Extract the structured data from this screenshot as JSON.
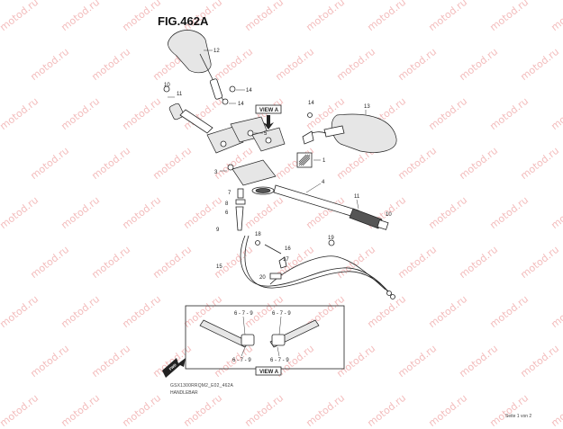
{
  "title": "FIG.462A",
  "code": "GSX1300RRQM2_E02_462A",
  "subtitle": "HANDLEBAR",
  "page_label": "Seite 1 von 2",
  "view_label": "VIEW A",
  "fwd_label": "FWD",
  "watermark": "motod.ru",
  "callouts": {
    "c1": "1",
    "c3": "3",
    "c4": "4",
    "c5": "5",
    "c6": "6",
    "c7": "7",
    "c8": "8",
    "c9": "9",
    "c10": "10",
    "c11a": "11",
    "c11b": "11",
    "c12": "12",
    "c13": "13",
    "c14a": "14",
    "c14b": "14",
    "c14c": "14",
    "c15": "15",
    "c16": "16",
    "c17": "17",
    "c18": "18",
    "c19": "19",
    "c20": "20"
  },
  "detail_labels": {
    "top_left": "6 - 7 - 9",
    "top_right": "6 - 7 - 9",
    "bottom_left": "6 - 7 - 9",
    "bottom_right": "6 - 7 - 9"
  }
}
